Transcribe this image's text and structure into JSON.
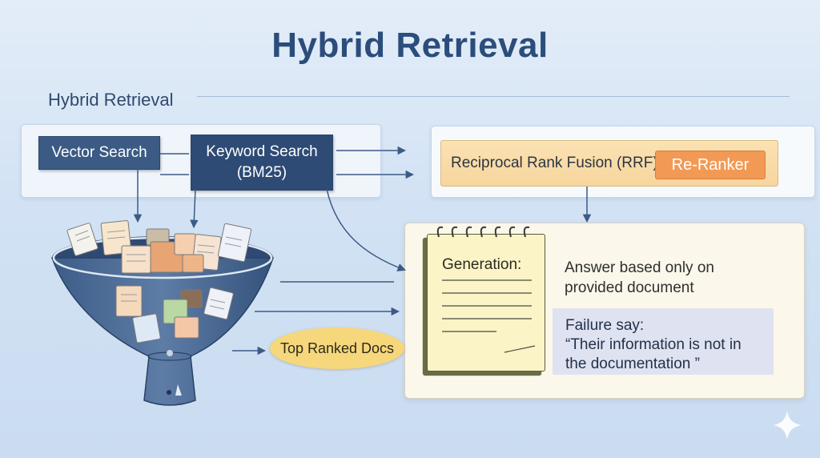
{
  "title": "Hybrid Retrieval",
  "section_label": "Hybrid Retrieval",
  "search": {
    "vector_label": "Vector Search",
    "keyword_label_line1": "Keyword Search",
    "keyword_label_line2": "(BM25)"
  },
  "fusion": {
    "rrf_label": "Reciprocal Rank Fusion (RRF)",
    "reranker_label": "Re-Ranker"
  },
  "generation": {
    "label": "Generation:",
    "answer_text": "Answer based only on provided document",
    "failure_line1": "Failure say:",
    "failure_line2": "“Their information is not in",
    "failure_line3": "the documentation ”"
  },
  "top_docs_label": "Top Ranked Docs",
  "colors": {
    "primary_blue": "#3b5b85",
    "rrf_orange_light": "#f7d59e",
    "reranker_orange": "#f29a55",
    "top_docs_yellow": "#f6d77c",
    "note_yellow": "#fbf4c7"
  },
  "icons": [
    "funnel-icon",
    "document-icon",
    "notepad-icon",
    "sparkle-icon",
    "arrow-icon"
  ]
}
